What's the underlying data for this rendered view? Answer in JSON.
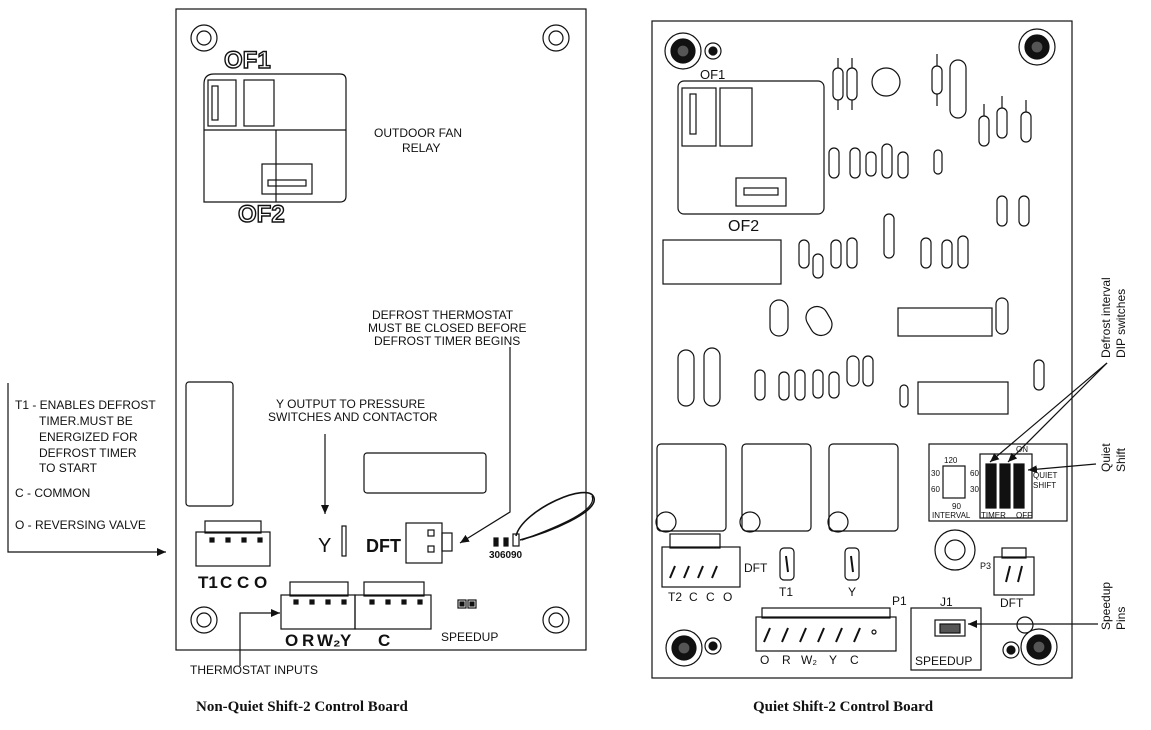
{
  "left_board": {
    "caption": "Non-Quiet Shift-2 Control Board",
    "of1": "OF1",
    "of2": "OF2",
    "relay_label_1": "OUTDOOR FAN",
    "relay_label_2": "RELAY",
    "defrost_note_1": "DEFROST  THERMOSTAT",
    "defrost_note_2": "MUST BE CLOSED BEFORE",
    "defrost_note_3": "DEFROST TIMER BEGINS",
    "y_note_1": "Y OUTPUT TO PRESSURE",
    "y_note_2": "SWITCHES AND CONTACTOR",
    "y_label": "Y",
    "dft_label": "DFT",
    "timer_labels": [
      "30",
      "60",
      "90"
    ],
    "terminals_left": [
      "T1",
      "C",
      "C",
      "O"
    ],
    "terminals_bottom_a": [
      "O",
      "R",
      "W₂",
      "Y"
    ],
    "terminals_bottom_b": [
      "C"
    ],
    "speedup_label": "SPEEDUP",
    "thermostat_inputs": "THERMOSTAT INPUTS",
    "legend": [
      "T1 - ENABLES DEFROST",
      "TIMER.MUST BE",
      "ENERGIZED FOR",
      "DEFROST TIMER",
      "TO START",
      "C - COMMON",
      "O - REVERSING VALVE"
    ]
  },
  "right_board": {
    "caption": "Quiet Shift-2 Control Board",
    "of1": "OF1",
    "of2": "OF2",
    "dip_labels": [
      "120",
      "30",
      "60",
      "90",
      "60",
      "30",
      "INTERVAL",
      "TIMER",
      "ON",
      "QUIET",
      "SHIFT",
      "OFF"
    ],
    "dft_conn": "DFT",
    "t2cco": [
      "T2",
      "C",
      "C",
      "O"
    ],
    "t1": "T1",
    "y": "Y",
    "p1": "P1",
    "p3": "P3",
    "dft_bottom": "DFT",
    "j1": "J1",
    "speedup": "SPEEDUP",
    "thermo_terms": [
      "O",
      "R",
      "W₂",
      "Y",
      "C"
    ],
    "callout_dip_1": "Defrost interval",
    "callout_dip_2": "DIP switches",
    "callout_quiet_1": "Quiet",
    "callout_quiet_2": "Shift",
    "callout_speed_1": "Speedup",
    "callout_speed_2": "Pins"
  }
}
